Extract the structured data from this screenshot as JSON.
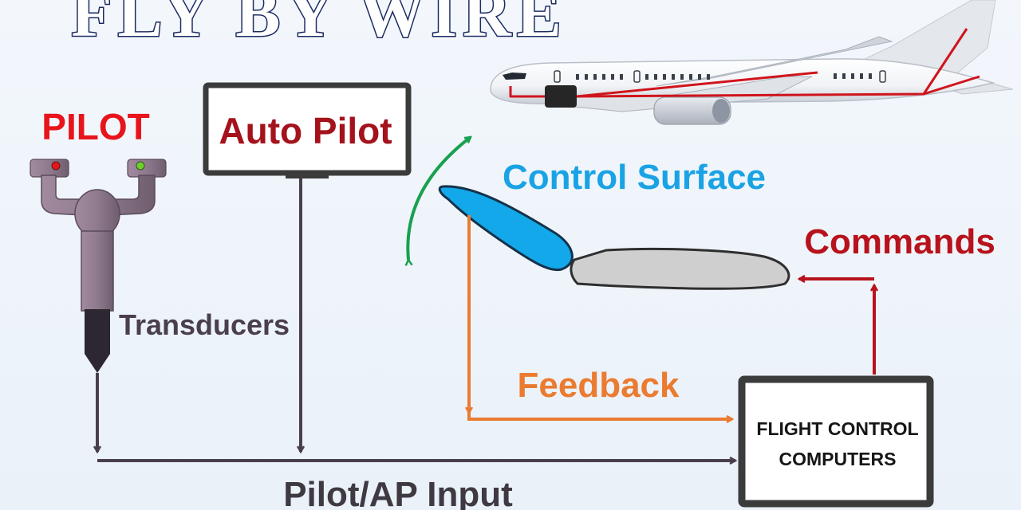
{
  "title": "FLY BY WIRE",
  "labels": {
    "pilot": "PILOT",
    "auto_pilot": "Auto Pilot",
    "control_surface": "Control Surface",
    "commands": "Commands",
    "transducers": "Transducers",
    "feedback": "Feedback",
    "fcc_line1": "FLIGHT CONTROL",
    "fcc_line2": "COMPUTERS",
    "pilot_ap_input": "Pilot/AP Input"
  },
  "colors": {
    "title_fill": "#ffffff",
    "title_outline": "#1c2c62",
    "pilot_label": "#e8141c",
    "auto_pilot_label": "#a4121c",
    "control_surface_label": "#1aa3e4",
    "commands": "#b8121c",
    "feedback": "#ea7b30",
    "movement_arrow": "#18a050",
    "input_lines": "#4a3f4d",
    "aileron": "#12a8ea",
    "wing": "#cfcfcf",
    "box_border": "#3b3b3b"
  },
  "icons": {
    "aircraft": "airliner-icon",
    "yoke": "control-yoke-icon",
    "movement": "curved-double-arrow-icon"
  }
}
